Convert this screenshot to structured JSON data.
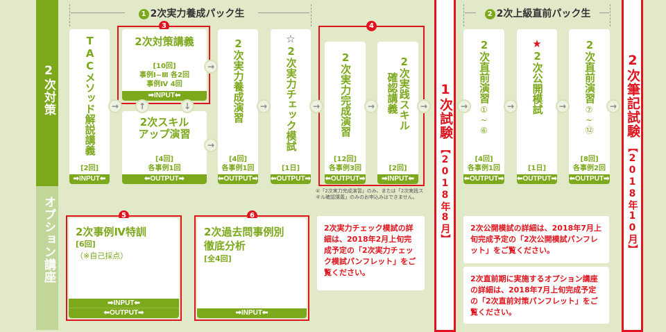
{
  "side": {
    "main": "2次対策",
    "option": "オプション講座"
  },
  "pack1": {
    "num": "1",
    "label": "2次実力養成パック生"
  },
  "pack2": {
    "num": "2",
    "label": "2次上級直前パック生"
  },
  "cards": {
    "c1": {
      "title": "TACメソッド解説講義",
      "meta": "[2回]",
      "tag": "➡INPUT⬅"
    },
    "c2": {
      "num": "3",
      "title": "2次対策講義",
      "meta1": "[10回]",
      "meta2": "事例Ⅰ~Ⅲ 各2回",
      "meta3": "事例Ⅳ 4回",
      "tag": "➡INPUT⬅"
    },
    "c2b": {
      "title1": "2次スキル",
      "title2": "アップ演習",
      "meta1": "[4回]",
      "meta2": "各事例1回",
      "tag": "⬅OUTPUT➡"
    },
    "c3": {
      "title": "2次実力養成演習",
      "meta1": "[4回]",
      "meta2": "各事例1回",
      "tag": "⬅OUTPUT➡"
    },
    "c4": {
      "star": "☆",
      "title": "2次実力チェック模試",
      "meta": "[1日]",
      "tag": "⬅OUTPUT➡"
    },
    "c5": {
      "title": "2次実力完成演習",
      "meta1": "[12回]",
      "meta2": "各事例3回",
      "tag": "⬅OUTPUT➡"
    },
    "c6": {
      "title1": "2次実践スキル",
      "title2": "確認講義",
      "meta": "[2回]",
      "tag": "➡INPUT⬅"
    },
    "c7": {
      "title": "2次直前演習",
      "range": "①~⑥",
      "meta1": "[4回]",
      "meta2": "各事例1回",
      "tag": "⬅OUTPUT➡"
    },
    "c8": {
      "star": "★",
      "title": "2次公開模試",
      "meta": "[1日]",
      "tag": "⬅OUTPUT➡"
    },
    "c9": {
      "title": "2次直前演習",
      "range": "⑦~⑫",
      "meta1": "[8回]",
      "meta2": "各事例2回",
      "tag": "⬅OUTPUT➡"
    }
  },
  "box4": {
    "num": "4",
    "footnote": "④「2次実力完成演習」のみ、または「2次実践スキル確認講義」のみのお申込みはできません。"
  },
  "exam1": {
    "title": "1次試験",
    "date": "【2018年8月】"
  },
  "exam2": {
    "title": "2次筆記試験",
    "date": "【2018年10月】"
  },
  "options": {
    "o5": {
      "num": "5",
      "title": "2次事例Ⅳ特訓",
      "count": "[6回]",
      "note": "（※自己採点）",
      "tag1": "➡INPUT⬅",
      "tag2": "⬅OUTPUT➡"
    },
    "o6": {
      "num": "6",
      "title": "2次過去問事例別徹底分析",
      "count": "[全4回]",
      "tag": "➡INPUT⬅"
    }
  },
  "notes": {
    "check": "2次実力チェック模試の詳細は、2018年2月上旬完成予定の「2次実力チェック模試パンフレット」をご覧ください。",
    "public": "2次公開模試の詳細は、2018年7月上旬完成予定の「2次公開模試パンフレット」をご覧ください。",
    "final": "2次直前期に実施するオプション講座の詳細は、2018年7月上旬完成予定の「2次直前対策パンフレット」をご覧ください。"
  },
  "arrow": "→",
  "arrow_up": "↑",
  "arrow_down": "↓"
}
